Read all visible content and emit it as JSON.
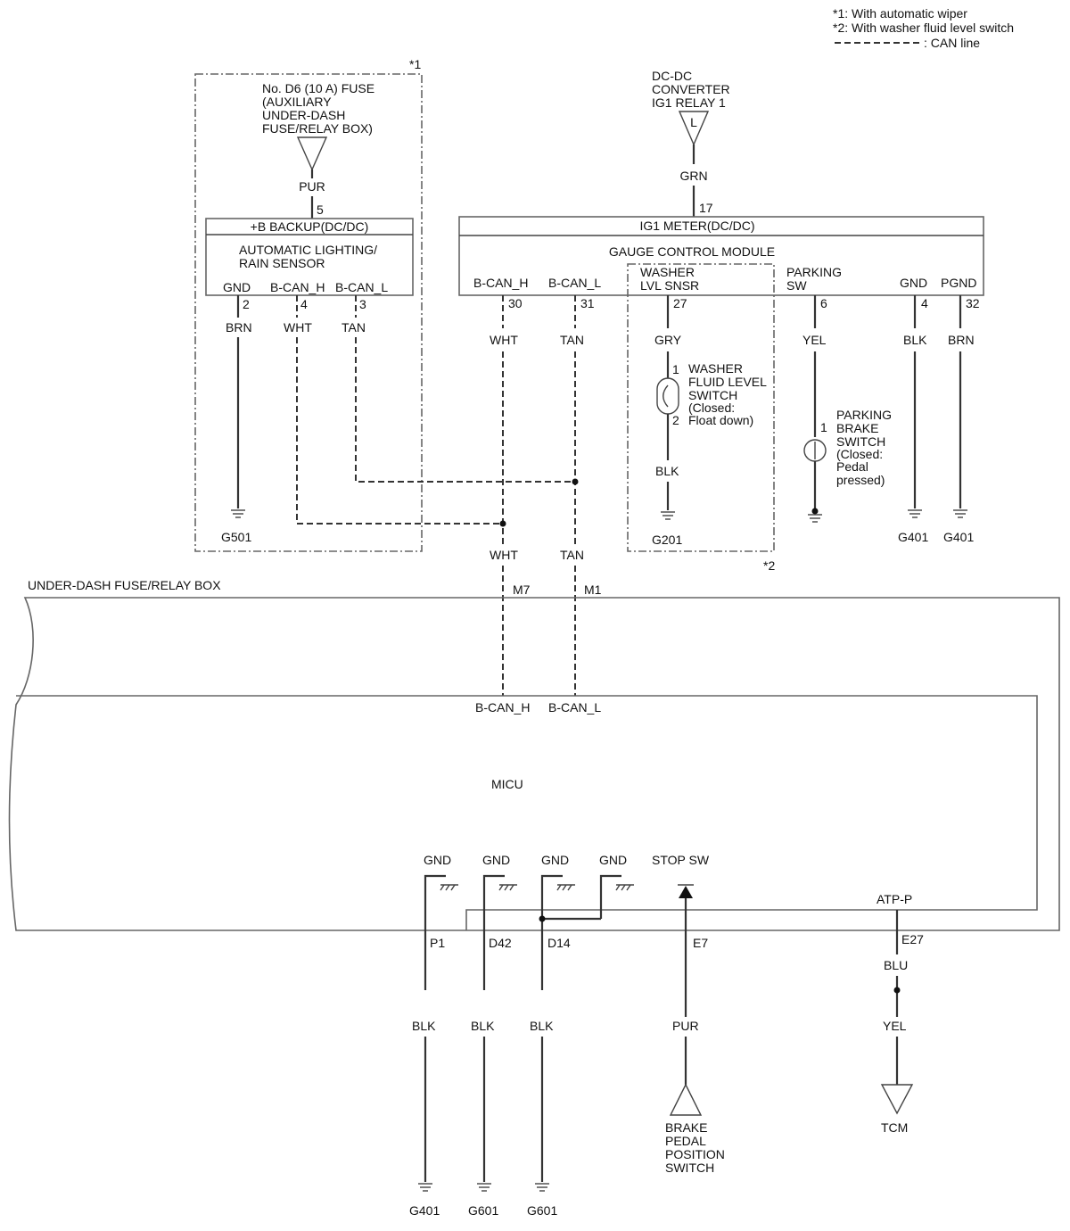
{
  "legend": {
    "note1": "*1: With automatic wiper",
    "note2": "*2: With washer fluid level switch",
    "can_line": ": CAN line"
  },
  "fuse_d6": {
    "line1": "No. D6 (10 A) FUSE",
    "line2": "(AUXILIARY",
    "line3": "UNDER-DASH",
    "line4": "FUSE/RELAY BOX)",
    "marker": "*1",
    "wire_color": "PUR",
    "pin": "5"
  },
  "rain_sensor": {
    "power_label": "+B BACKUP(DC/DC)",
    "name_line1": "AUTOMATIC LIGHTING/",
    "name_line2": "RAIN SENSOR",
    "terminals": [
      {
        "label": "GND",
        "pin": "2",
        "wire": "BRN",
        "ground": "G501"
      },
      {
        "label": "B-CAN_H",
        "pin": "4",
        "wire": "WHT"
      },
      {
        "label": "B-CAN_L",
        "pin": "3",
        "wire": "TAN"
      }
    ]
  },
  "dcdc": {
    "line1": "DC-DC",
    "line2": "CONVERTER",
    "line3": "IG1 RELAY 1",
    "connector_letter": "L",
    "wire_color": "GRN",
    "pin": "17"
  },
  "gcm": {
    "power_label": "IG1 METER(DC/DC)",
    "name": "GAUGE CONTROL MODULE",
    "terminals": [
      {
        "label": "B-CAN_H",
        "pin": "30",
        "wire": "WHT"
      },
      {
        "label": "B-CAN_L",
        "pin": "31",
        "wire": "TAN"
      },
      {
        "label_line1": "WASHER",
        "label_line2": "LVL SNSR",
        "pin": "27",
        "wire": "GRY"
      },
      {
        "label_line1": "PARKING",
        "label_line2": "SW",
        "pin": "6",
        "wire": "YEL"
      },
      {
        "label": "GND",
        "pin": "4",
        "wire": "BLK",
        "ground": "G401"
      },
      {
        "label": "PGND",
        "pin": "32",
        "wire": "BRN",
        "ground": "G401"
      }
    ]
  },
  "washer_switch": {
    "pin1": "1",
    "pin2": "2",
    "lines": [
      "WASHER",
      "FLUID LEVEL",
      "SWITCH",
      "(Closed:",
      "Float down)"
    ],
    "wire_below": "BLK",
    "ground": "G201",
    "marker": "*2"
  },
  "parking_switch": {
    "pin1": "1",
    "lines": [
      "PARKING",
      "BRAKE",
      "SWITCH",
      "(Closed:",
      "Pedal",
      "pressed)"
    ]
  },
  "can_junction": {
    "wire_h": "WHT",
    "wire_l": "TAN",
    "pin_h": "M7",
    "pin_l": "M1"
  },
  "underdash": {
    "title": "UNDER-DASH FUSE/RELAY BOX",
    "micu": "MICU",
    "can_h": "B-CAN_H",
    "can_l": "B-CAN_L"
  },
  "micu_bottom": {
    "gnd_labels": [
      "GND",
      "GND",
      "GND",
      "GND"
    ],
    "stop_sw": "STOP SW",
    "atp_p": "ATP-P",
    "pins": [
      "P1",
      "D42",
      "D14",
      "E7",
      "E27"
    ],
    "ground_wires": [
      {
        "wire": "BLK",
        "ground": "G401"
      },
      {
        "wire": "BLK",
        "ground": "G601"
      },
      {
        "wire": "BLK",
        "ground": "G601"
      }
    ],
    "stop_wire": "PUR",
    "brake_switch_lines": [
      "BRAKE",
      "PEDAL",
      "POSITION",
      "SWITCH"
    ],
    "atp_wire1": "BLU",
    "atp_wire2": "YEL",
    "tcm": "TCM"
  }
}
